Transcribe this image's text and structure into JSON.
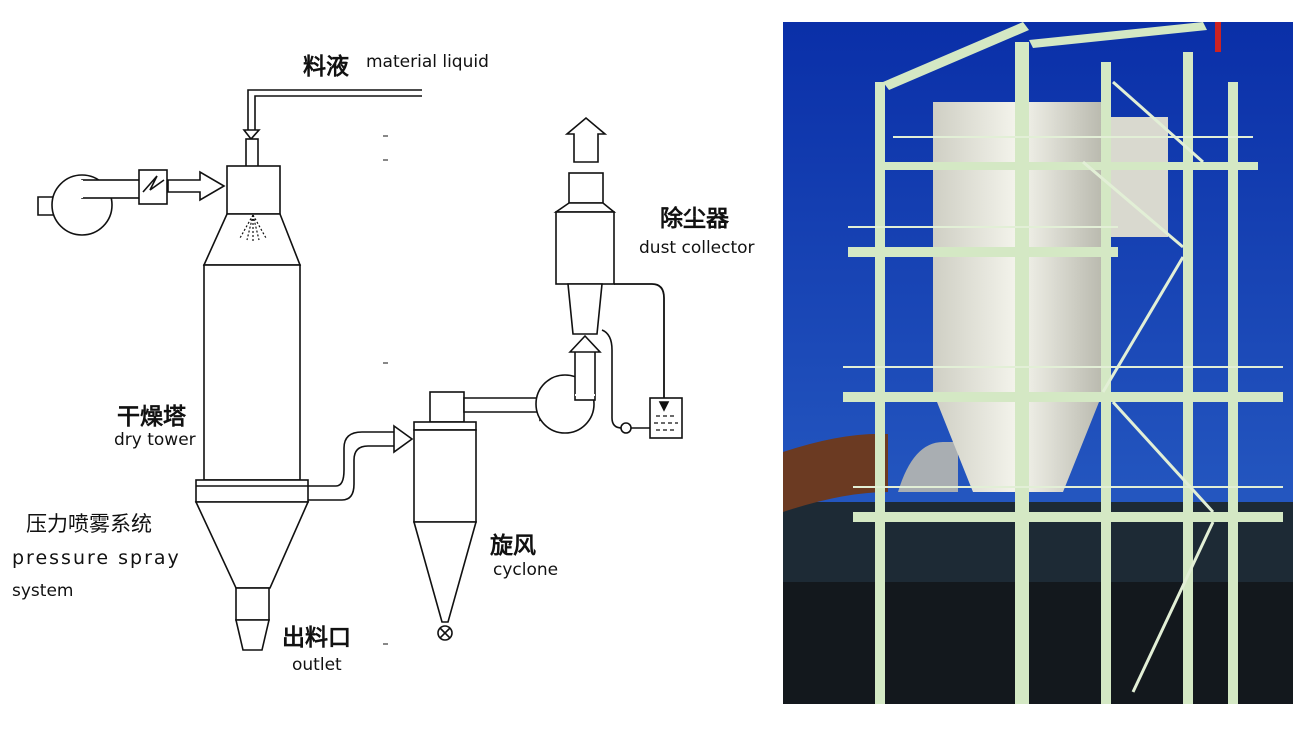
{
  "labels": {
    "feed_zh": "料液",
    "feed_en": "material liquid",
    "dust_zh": "除尘器",
    "dust_en": "dust collector",
    "tower_zh": "干燥塔",
    "tower_en": "dry tower",
    "spray_zh": "压力喷雾系统",
    "spray_en1": "pressure spray",
    "spray_en2": "system",
    "cyclone_zh": "旋风",
    "cyclone_en": "cyclone",
    "outlet_zh": "出料口",
    "outlet_en": "outlet"
  },
  "icons": [
    "air-inlet-arrow-icon",
    "blower-fan-icon",
    "heater-icon",
    "exhaust-arrow-icon",
    "rotary-valve-icon",
    "pump-icon",
    "water-tank-icon"
  ],
  "colors": {
    "line": "#111111",
    "sky": "#0a2fa8",
    "steel": "#d4e8c4",
    "tower": "#efefe8"
  }
}
